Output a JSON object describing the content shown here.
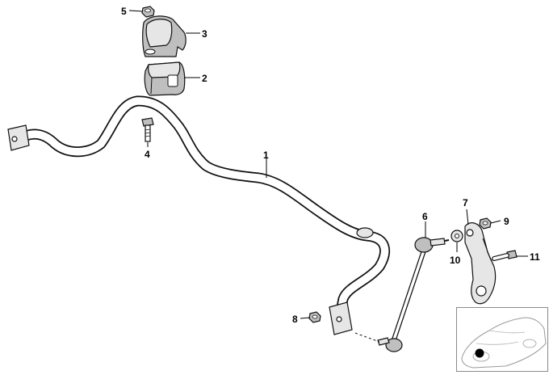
{
  "callouts": {
    "c1": "1",
    "c2": "2",
    "c3": "3",
    "c4": "4",
    "c5": "5",
    "c6": "6",
    "c7": "7",
    "c8": "8",
    "c9": "9",
    "c10": "10",
    "c11": "11"
  },
  "colors": {
    "line": "#111111",
    "part_shade": "#bfbfbf",
    "inset_border": "#8a8a8a",
    "locator_dot": "#000000"
  },
  "icons": {
    "locator": "car-locator-icon"
  }
}
